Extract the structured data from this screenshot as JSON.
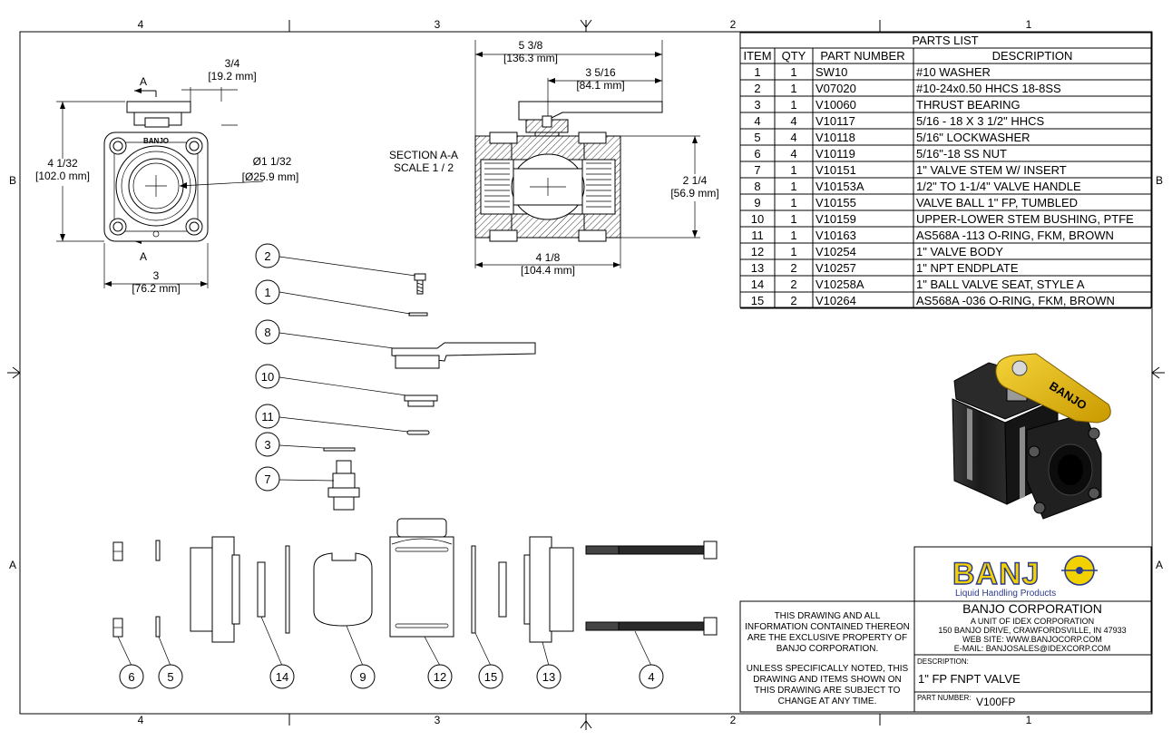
{
  "border": {
    "cols_top": [
      "4",
      "3",
      "2",
      "1"
    ],
    "cols_bottom": [
      "4",
      "3",
      "2",
      "1"
    ],
    "rows_left": [
      "B",
      "A"
    ],
    "rows_right": [
      "B",
      "A"
    ]
  },
  "front_view": {
    "section_letter_top": "A",
    "section_letter_bottom": "A",
    "logo_text": "BANJO",
    "dim_top": {
      "value": "3/4",
      "metric": "[19.2 mm]"
    },
    "dim_height": {
      "value": "4 1/32",
      "metric": "[102.0 mm]"
    },
    "dim_bore": {
      "value": "Ø1 1/32",
      "metric": "[Ø25.9 mm]"
    },
    "dim_width": {
      "value": "3",
      "metric": "[76.2 mm]"
    }
  },
  "section_view": {
    "title_line1": "SECTION A-A",
    "title_line2": "SCALE 1 / 2",
    "dim_overall_height": {
      "value": "5 3/8",
      "metric": "[136.3 mm]"
    },
    "dim_handle": {
      "value": "3 5/16",
      "metric": "[84.1 mm]"
    },
    "dim_body_height": {
      "value": "2 1/4",
      "metric": "[56.9 mm]"
    },
    "dim_length": {
      "value": "4 1/8",
      "metric": "[104.4 mm]"
    }
  },
  "parts_list": {
    "title": "PARTS LIST",
    "columns": [
      "ITEM",
      "QTY",
      "PART NUMBER",
      "DESCRIPTION"
    ],
    "rows": [
      [
        "1",
        "1",
        "SW10",
        "#10 WASHER"
      ],
      [
        "2",
        "1",
        "V07020",
        "#10-24x0.50 HHCS 18-8SS"
      ],
      [
        "3",
        "1",
        "V10060",
        "THRUST BEARING"
      ],
      [
        "4",
        "4",
        "V10117",
        "5/16 - 18 X 3 1/2\" HHCS"
      ],
      [
        "5",
        "4",
        "V10118",
        "5/16\" LOCKWASHER"
      ],
      [
        "6",
        "4",
        "V10119",
        "5/16\"-18 SS NUT"
      ],
      [
        "7",
        "1",
        "V10151",
        "1\" VALVE STEM W/ INSERT"
      ],
      [
        "8",
        "1",
        "V10153A",
        "1/2\" TO 1-1/4\" VALVE HANDLE"
      ],
      [
        "9",
        "1",
        "V10155",
        "VALVE BALL 1\" FP, TUMBLED"
      ],
      [
        "10",
        "1",
        "V10159",
        "UPPER-LOWER STEM BUSHING, PTFE"
      ],
      [
        "11",
        "1",
        "V10163",
        "AS568A -113 O-RING, FKM, BROWN"
      ],
      [
        "12",
        "1",
        "V10254",
        "1\" VALVE BODY"
      ],
      [
        "13",
        "2",
        "V10257",
        "1\" NPT ENDPLATE"
      ],
      [
        "14",
        "2",
        "V10258A",
        "1\" BALL VALVE SEAT, STYLE A"
      ],
      [
        "15",
        "2",
        "V10264",
        "AS568A -036 O-RING, FKM, BROWN"
      ]
    ]
  },
  "callouts": [
    "2",
    "1",
    "8",
    "10",
    "11",
    "3",
    "7",
    "6",
    "5",
    "14",
    "9",
    "12",
    "15",
    "13",
    "4"
  ],
  "render_logo_text": "BANJO",
  "notice": {
    "lines": [
      "THIS DRAWING AND ALL",
      "INFORMATION CONTAINED THEREON",
      "ARE THE EXCLUSIVE PROPERTY OF",
      "BANJO CORPORATION.",
      "",
      "UNLESS SPECIFICALLY NOTED, THIS",
      "DRAWING AND ITEMS SHOWN ON",
      "THIS DRAWING ARE SUBJECT TO",
      "CHANGE AT ANY TIME."
    ]
  },
  "title_block": {
    "logo_main": "BANJ",
    "logo_tagline": "Liquid Handling Products",
    "company": "BANJO CORPORATION",
    "address_lines": [
      "A UNIT OF IDEX CORPORATION",
      "150 BANJO DRIVE, CRAWFORDSVILLE, IN 47933",
      "WEB SITE: WWW.BANJOCORP.COM",
      "E-MAIL: BANJOSALES@IDEXCORP.COM"
    ],
    "description_label": "DESCRIPTION:",
    "description": "1\" FP FNPT VALVE",
    "part_number_label": "PART NUMBER:",
    "part_number": "V100FP"
  },
  "colors": {
    "handle_yellow": "#e6b800",
    "body_dark": "#222222",
    "logo_blue": "#2b3a8c",
    "logo_yellow": "#f2d100"
  }
}
